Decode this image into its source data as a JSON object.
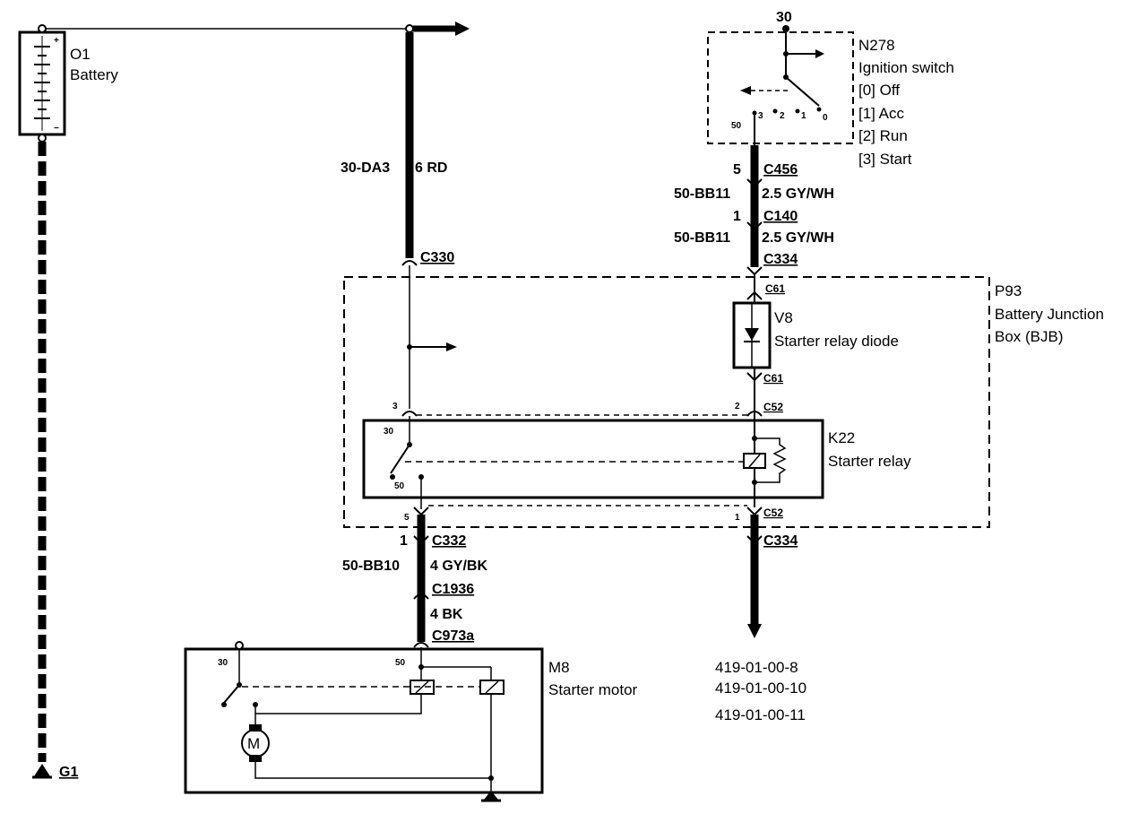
{
  "components": {
    "battery": {
      "id": "O1",
      "name": "Battery"
    },
    "ignition_switch": {
      "id": "N278",
      "name": "Ignition switch",
      "positions": [
        "[0] Off",
        "[1] Acc",
        "[2] Run",
        "[3] Start"
      ],
      "terminal_in": "30",
      "terminal_out": "50",
      "pin_labels": [
        "3",
        "2",
        "1",
        "0"
      ]
    },
    "bjb": {
      "id": "P93",
      "name_line1": "Battery Junction",
      "name_line2": "Box (BJB)"
    },
    "diode": {
      "id": "V8",
      "name": "Starter relay diode"
    },
    "relay": {
      "id": "K22",
      "name": "Starter relay",
      "term_30": "30",
      "term_50": "50"
    },
    "starter": {
      "id": "M8",
      "name": "Starter motor",
      "term_30": "30",
      "term_50": "50",
      "motor_symbol": "M"
    },
    "ground": {
      "id": "G1"
    }
  },
  "wires": {
    "battery_feed": {
      "circuit": "30-DA3",
      "spec": "6 RD"
    },
    "ign_to_c140": {
      "circuit": "50-BB11",
      "spec": "2.5 GY/WH"
    },
    "c140_to_c334": {
      "circuit": "50-BB11",
      "spec": "2.5 GY/WH"
    },
    "relay_to_starter": {
      "circuit": "50-BB10",
      "spec": "4 GY/BK"
    },
    "c1936_to_c973a": {
      "spec": "4 BK"
    }
  },
  "connectors": {
    "c456": {
      "name": "C456",
      "pin": "5"
    },
    "c140": {
      "name": "C140",
      "pin": "1"
    },
    "c334_top": {
      "name": "C334"
    },
    "c330": {
      "name": "C330"
    },
    "c61_top": {
      "name": "C61"
    },
    "c61_bottom": {
      "name": "C61"
    },
    "c52_relay_top_left": {
      "pin": "3"
    },
    "c52_relay_top_right": {
      "name": "C52",
      "pin": "2"
    },
    "c52_relay_bottom_left": {
      "pin": "5"
    },
    "c52_relay_bottom_right": {
      "name": "C52",
      "pin": "1"
    },
    "c332": {
      "name": "C332",
      "pin": "1"
    },
    "c1936": {
      "name": "C1936"
    },
    "c973a": {
      "name": "C973a"
    },
    "c334_bottom": {
      "name": "C334"
    }
  },
  "references": [
    "419-01-00-8",
    "419-01-00-10",
    "419-01-00-11"
  ]
}
